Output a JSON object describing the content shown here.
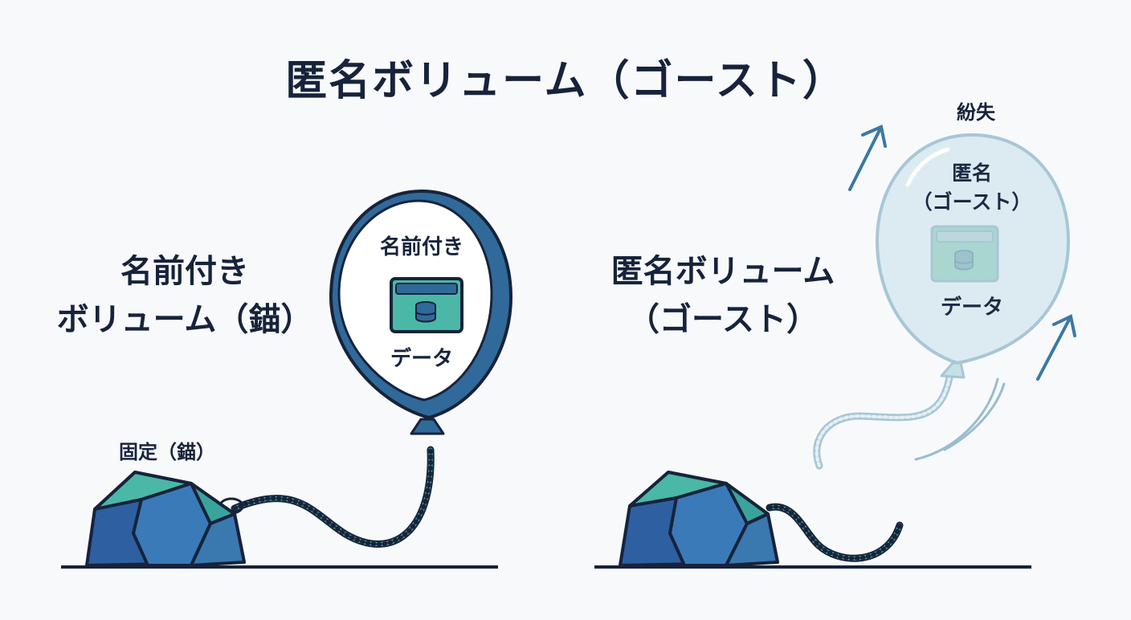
{
  "title": "匿名ボリューム（ゴースト）",
  "named_volume": {
    "heading_line1": "名前付き",
    "heading_line2": "ボリューム（錨）",
    "balloon_label": "名前付き",
    "data_label": "データ",
    "anchor_label": "固定（錨）"
  },
  "anonymous_volume": {
    "heading_line1": "匿名ボリューム",
    "heading_line2": "（ゴースト）",
    "balloon_label_line1": "匿名",
    "balloon_label_line2": "（ゴースト）",
    "data_label": "データ",
    "lost_label": "紛失"
  },
  "colors": {
    "ink": "#17233a",
    "balloon_blue": "#2f6a9a",
    "teal": "#4bb8a7",
    "stone_dark": "#2e5fa0",
    "ghost_fill": "#dcebf1",
    "ghost_stroke": "#a7c6d6",
    "arrow": "#3a78a6",
    "background": "#f8f9fa"
  },
  "icons": [
    "database-icon",
    "arrow-up-right-icon",
    "rope-icon",
    "anchor-stone-icon"
  ]
}
